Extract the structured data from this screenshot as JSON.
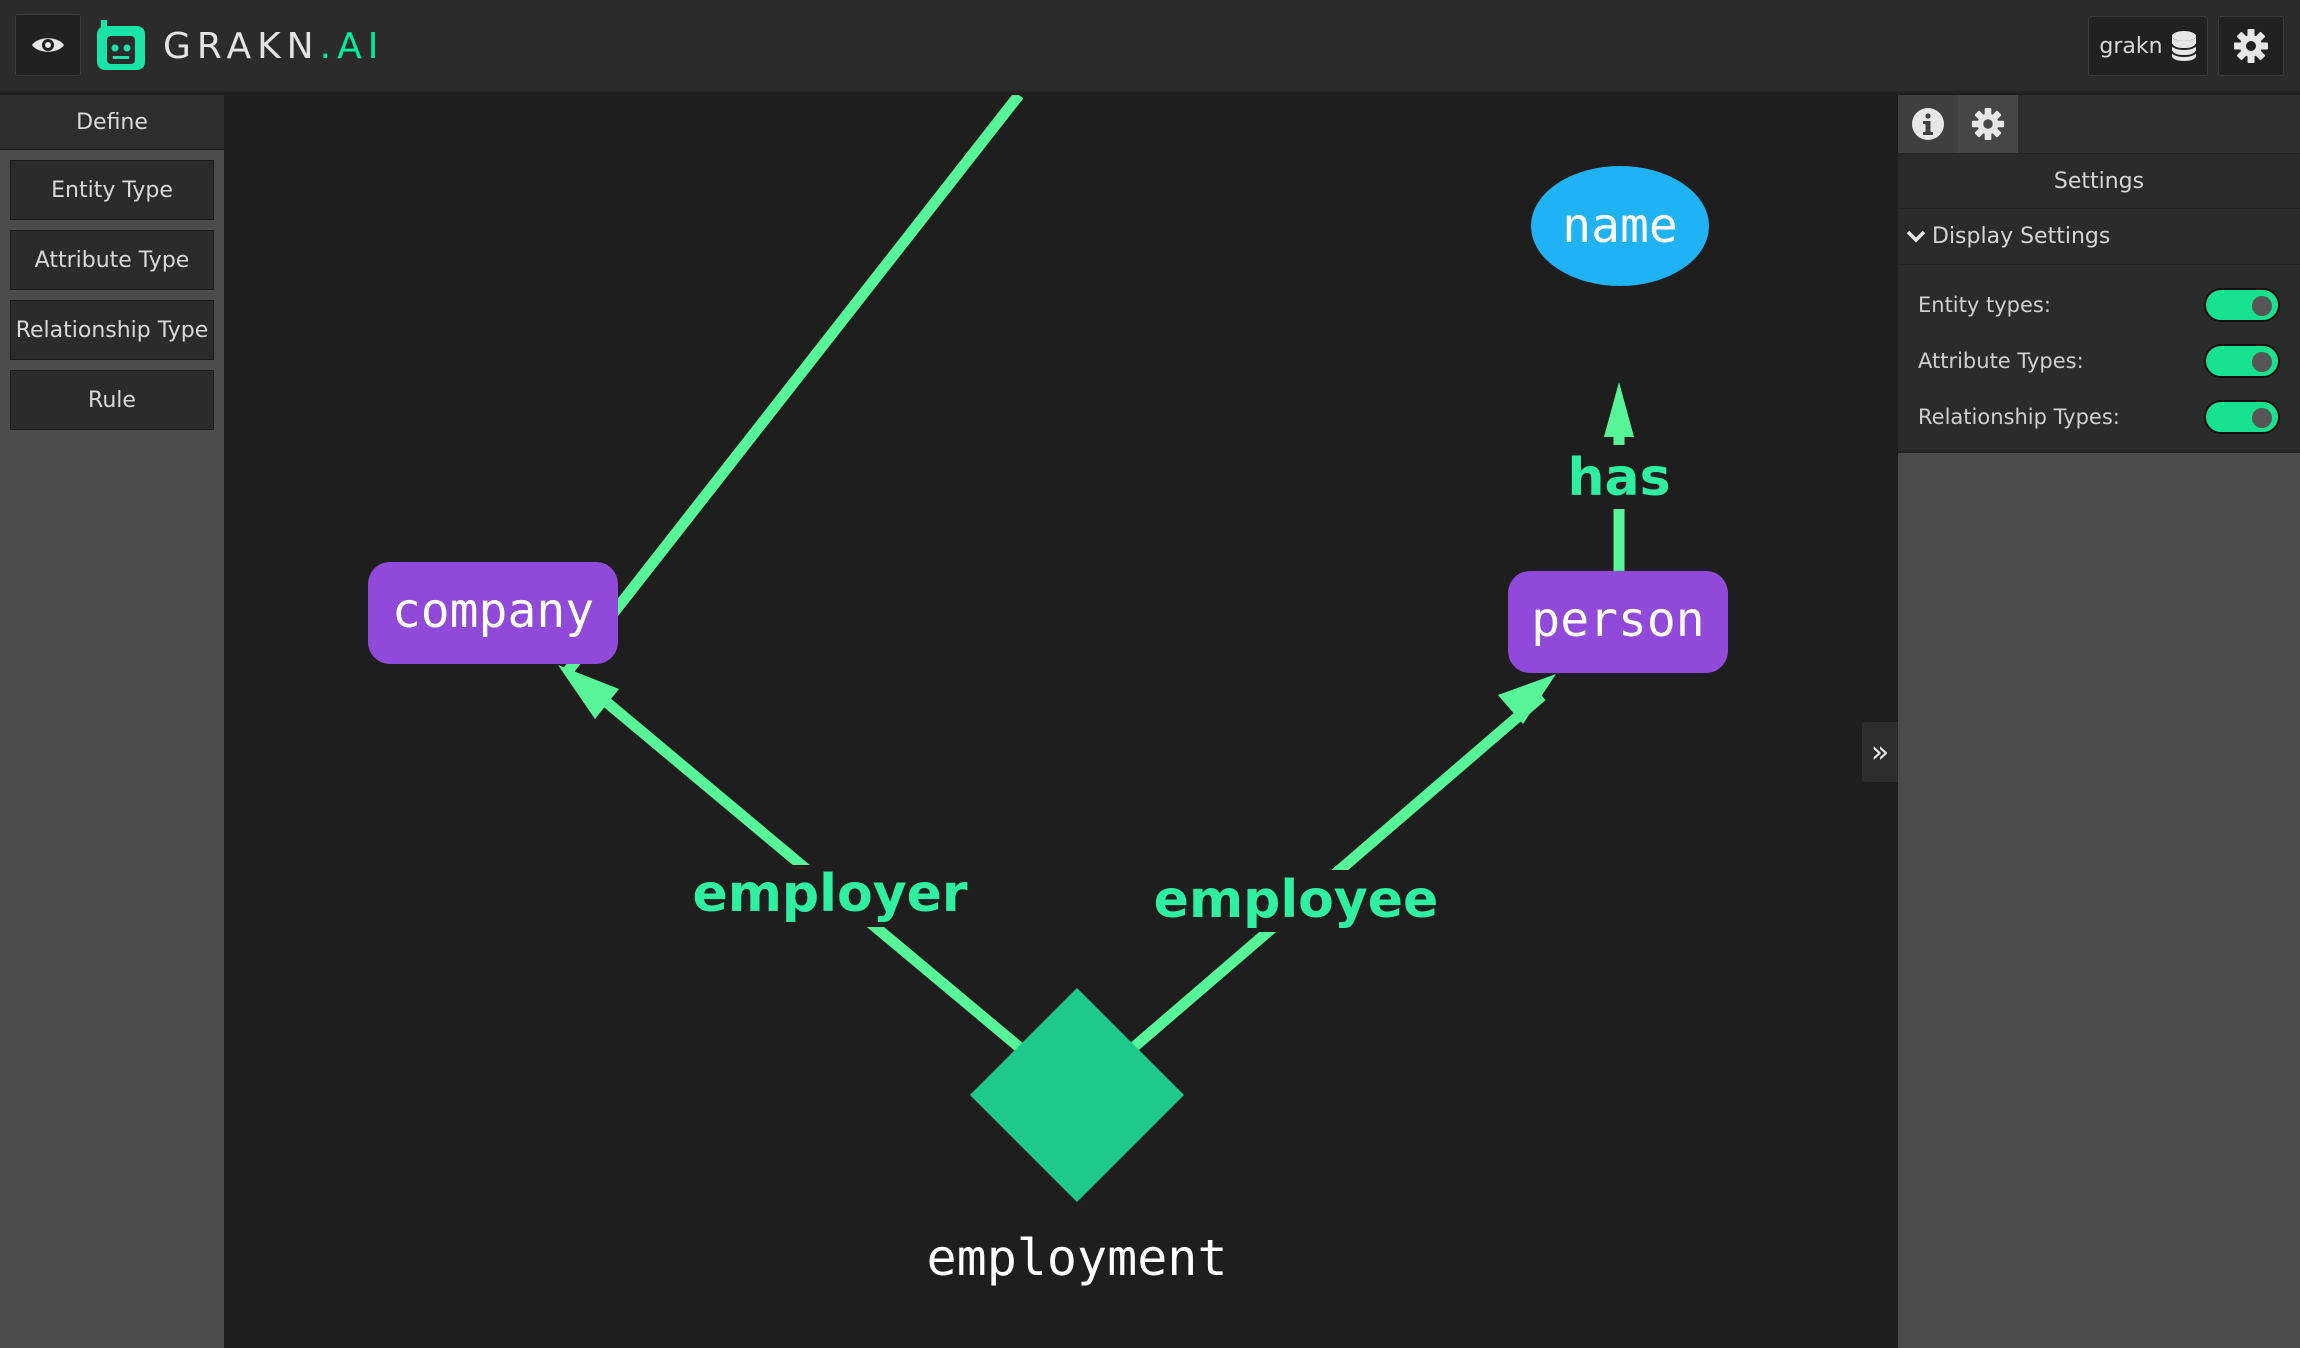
{
  "app": {
    "logo_text_main": "GRAKN",
    "logo_text_ai": ".AI",
    "keyspace": "grakn"
  },
  "left_panel": {
    "header": "Define",
    "buttons": [
      {
        "label": "Entity Type"
      },
      {
        "label": "Attribute Type"
      },
      {
        "label": "Relationship Type"
      },
      {
        "label": "Rule"
      }
    ]
  },
  "right_panel": {
    "title": "Settings",
    "section_title": "Display Settings",
    "settings": [
      {
        "label": "Entity types:",
        "enabled": true
      },
      {
        "label": "Attribute Types:",
        "enabled": true
      },
      {
        "label": "Relationship Types:",
        "enabled": true
      }
    ]
  },
  "graph": {
    "nodes": [
      {
        "id": "company",
        "label": "company",
        "kind": "entity"
      },
      {
        "id": "person",
        "label": "person",
        "kind": "entity"
      },
      {
        "id": "name",
        "label": "name",
        "kind": "attribute"
      },
      {
        "id": "employment",
        "label": "employment",
        "kind": "relationship"
      }
    ],
    "edges": [
      {
        "from": "employment",
        "to": "company",
        "label": "employer"
      },
      {
        "from": "employment",
        "to": "person",
        "label": "employee"
      },
      {
        "from": "person",
        "to": "name",
        "label": "has"
      }
    ]
  },
  "colors": {
    "entity": "#9049d8",
    "attribute": "#1fb2f5",
    "relationship": "#1ec98a",
    "edge": "#57f598",
    "edge_label": "#2ff0a0",
    "toggle_on": "#17e28f"
  },
  "icons": {
    "view": "eye-icon",
    "settings": "gear-icon",
    "database": "database-icon",
    "info": "info-icon",
    "collapse": "chevron-double-right-icon",
    "expand": "chevron-down-icon"
  }
}
